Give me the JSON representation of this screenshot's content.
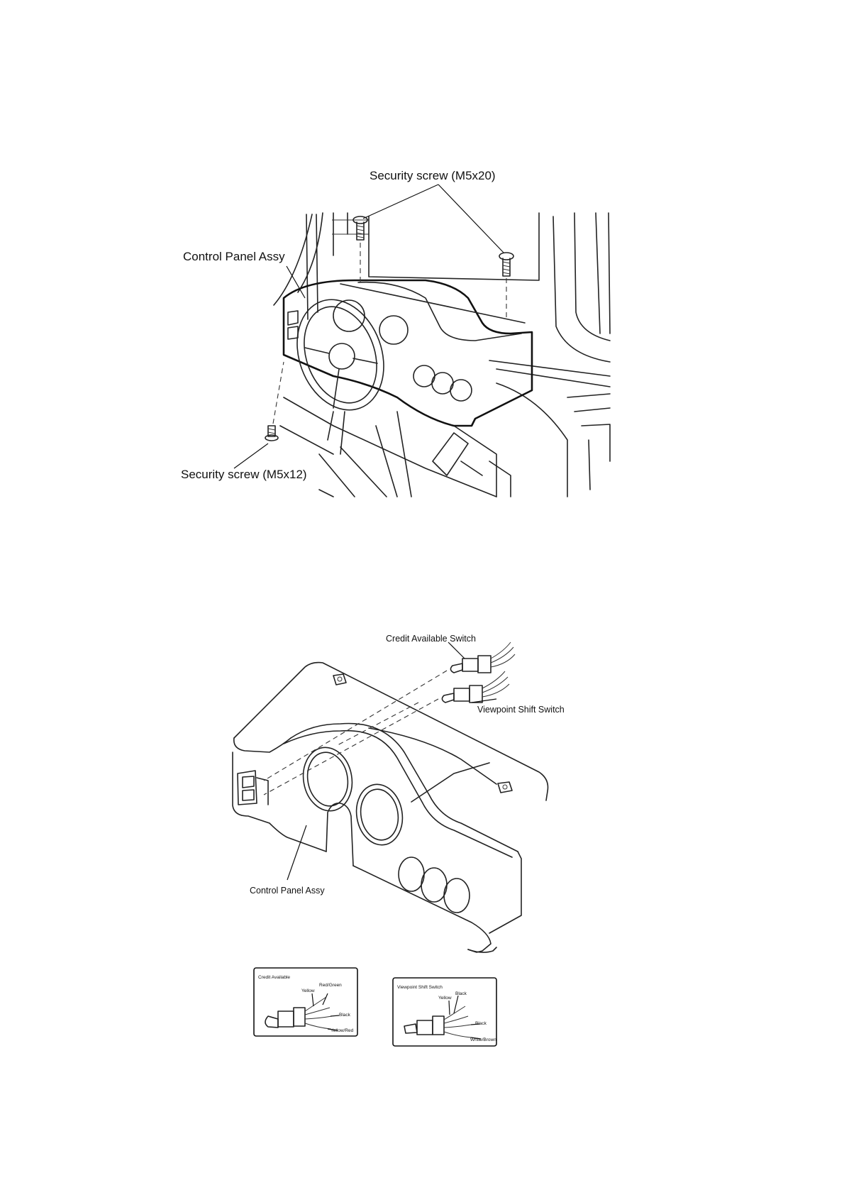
{
  "figure1": {
    "label_screw_top": "Security screw (M5x20)",
    "label_panel": "Control Panel Assy",
    "label_screw_bottom": "Security screw (M5x12)"
  },
  "figure2": {
    "label_credit_switch": "Credit Available Switch",
    "label_viewpoint_switch": "Viewpoint Shift Switch",
    "label_panel": "Control Panel Assy"
  },
  "inset_credit": {
    "title": "Credit Available",
    "wire_1": "Yellow",
    "wire_2": "Red/Green",
    "wire_3": "Black",
    "wire_4": "Yellow/Red"
  },
  "inset_viewpoint": {
    "title": "Viewpoint Shift Switch",
    "wire_1": "Yellow",
    "wire_2": "Black",
    "wire_3": "Black",
    "wire_4": "White/Brown"
  },
  "colors": {
    "line": "#222222",
    "background": "#ffffff"
  }
}
